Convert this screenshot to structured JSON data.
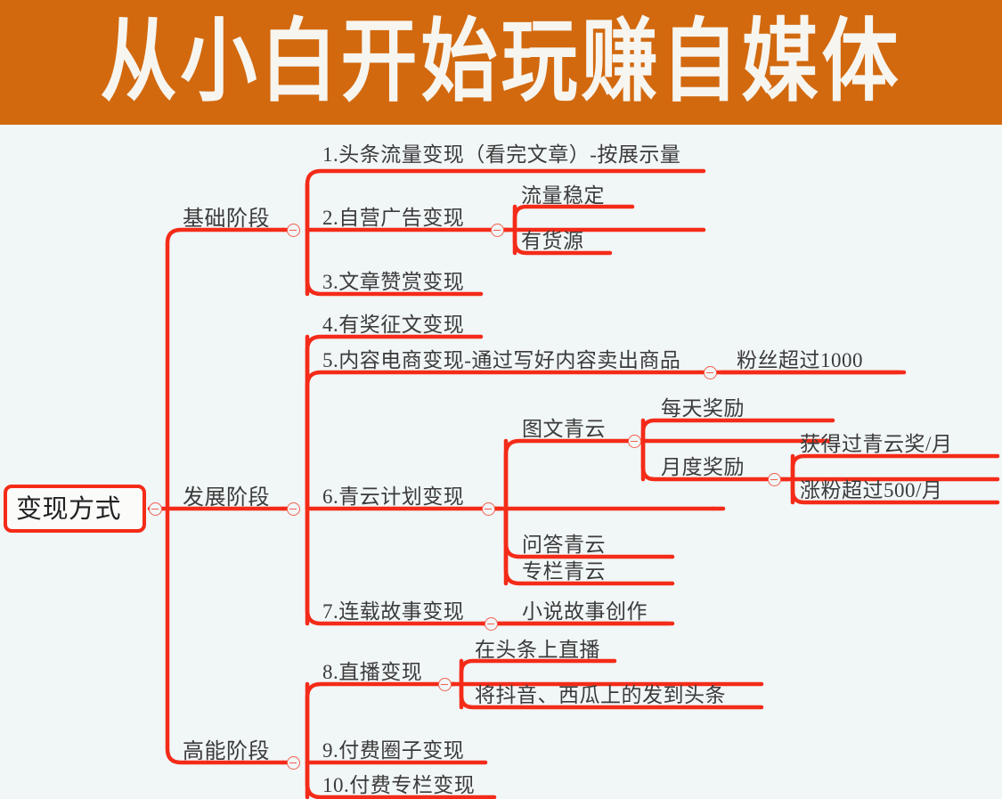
{
  "header": {
    "title": "从小白开始玩赚自媒体",
    "background_color": "#d2690f",
    "text_color": "#f7f5ef"
  },
  "canvas": {
    "background_color": "#f1f6f7",
    "branch_color": "#f42b18",
    "toggle_color": "#f2604e",
    "text_color": "#3b3b3b"
  },
  "mindmap": {
    "root": {
      "label": "变现方式",
      "toggle": "collapse-toggle"
    },
    "stages": [
      {
        "label": "基础阶段",
        "toggle": "collapse-toggle",
        "items": [
          {
            "label": "1.头条流量变现（看完文章）-按展示量"
          },
          {
            "label": "2.自营广告变现",
            "toggle": "collapse-toggle",
            "children": [
              {
                "label": "流量稳定"
              },
              {
                "label": "有货源"
              }
            ]
          },
          {
            "label": "3.文章赞赏变现"
          }
        ]
      },
      {
        "label": "发展阶段",
        "toggle": "collapse-toggle",
        "items": [
          {
            "label": "4.有奖征文变现"
          },
          {
            "label": "5.内容电商变现-通过写好内容卖出商品",
            "toggle": "collapse-toggle",
            "children": [
              {
                "label": "粉丝超过1000"
              }
            ]
          },
          {
            "label": "6.青云计划变现",
            "toggle": "collapse-toggle",
            "children": [
              {
                "label": "图文青云",
                "toggle": "collapse-toggle",
                "children": [
                  {
                    "label": "每天奖励"
                  },
                  {
                    "label": "月度奖励",
                    "toggle": "collapse-toggle",
                    "children": [
                      {
                        "label": "获得过青云奖/月"
                      },
                      {
                        "label": "涨粉超过500/月"
                      }
                    ]
                  }
                ]
              },
              {
                "label": "问答青云"
              },
              {
                "label": "专栏青云"
              }
            ]
          },
          {
            "label": "7.连载故事变现",
            "toggle": "collapse-toggle",
            "children": [
              {
                "label": "小说故事创作"
              }
            ]
          }
        ]
      },
      {
        "label": "高能阶段",
        "toggle": "collapse-toggle",
        "items": [
          {
            "label": "8.直播变现",
            "toggle": "collapse-toggle",
            "children": [
              {
                "label": "在头条上直播"
              },
              {
                "label": "将抖音、西瓜上的发到头条"
              }
            ]
          },
          {
            "label": "9.付费圈子变现"
          },
          {
            "label": "10.付费专栏变现"
          }
        ]
      }
    ]
  }
}
